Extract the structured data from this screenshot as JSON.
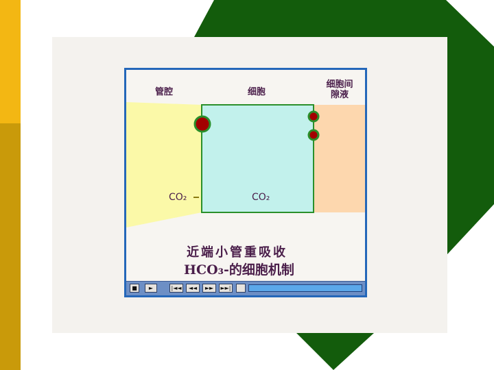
{
  "slide": {
    "title": "收"
  },
  "animation": {
    "labels": {
      "lumen": "管腔",
      "cell": "细胞",
      "interstitial": "细胞间\n隙液"
    },
    "co2_label_left": "CO₂",
    "co2_label_cell": "CO₂",
    "caption_line1": "近端小管重吸收",
    "caption_line2": "HCO₃-的细胞机制"
  },
  "player_controls": {
    "stop": "■",
    "play": "►",
    "first": "|◄◄",
    "prev": "◄◄",
    "next": "►►",
    "last": "►►|"
  },
  "colors": {
    "dark_green": "#135c0c",
    "lumen_yellow": "#fbf9a8",
    "cell_cyan": "#c2f1ec",
    "interstitial_peach": "#fdd7ae",
    "player_border": "#2467b9"
  }
}
